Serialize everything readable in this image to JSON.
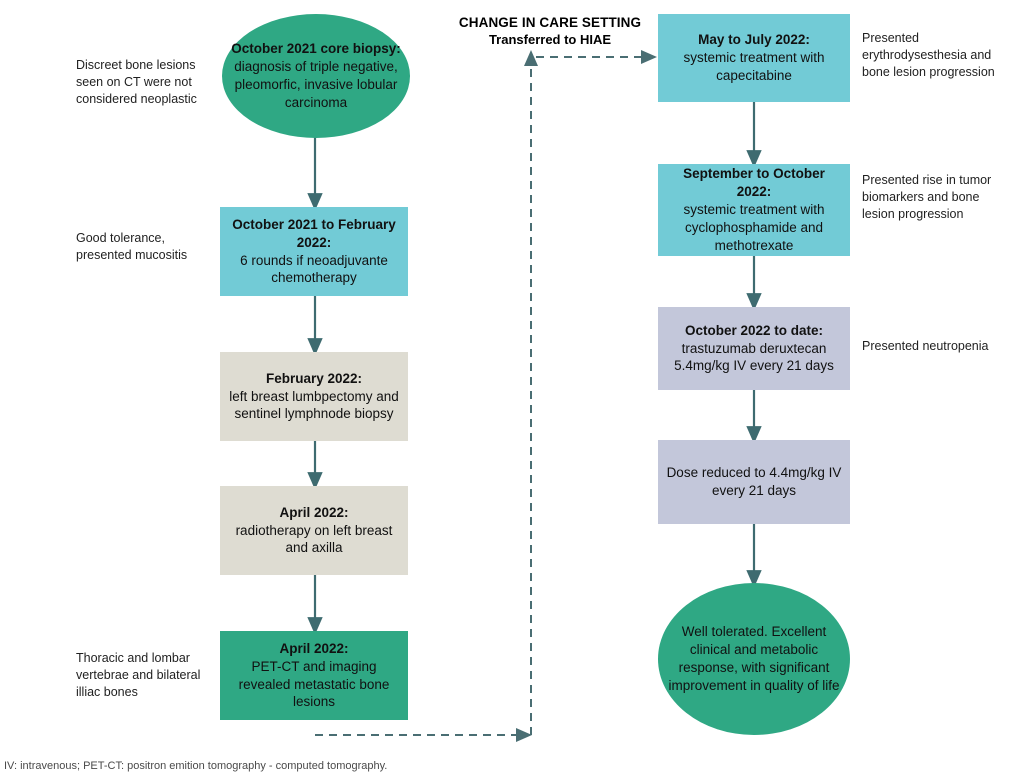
{
  "figure": {
    "footnote": "IV: intravenous; PET-CT: positron emition tomography - computed tomography.",
    "colors": {
      "green": "#2FA884",
      "teal": "#72CBD6",
      "beige": "#DEDCD2",
      "purple": "#C3C7DA",
      "arrow": "#3E6B70",
      "dashed": "#4A6E73",
      "background": "#FFFFFF"
    }
  },
  "transfer": {
    "line1": "CHANGE IN CARE SETTING",
    "line2": "Transferred to HIAE"
  },
  "left_column": {
    "nodes": [
      {
        "id": "core-biopsy",
        "shape": "ellipse",
        "color": "green",
        "heading": "October 2021 core biopsy:",
        "body": "diagnosis of triple negative, pleomorfic, invasive lobular carcinoma"
      },
      {
        "id": "neoadjuvant-chemo",
        "shape": "rect",
        "color": "teal",
        "heading": "October 2021 to February 2022:",
        "body": "6 rounds if neoadjuvante chemotherapy"
      },
      {
        "id": "lumpectomy",
        "shape": "rect",
        "color": "beige",
        "heading": "February 2022:",
        "body": "left breast lumbpectomy and sentinel lymphnode biopsy"
      },
      {
        "id": "radiotherapy",
        "shape": "rect",
        "color": "beige",
        "heading": "April 2022:",
        "body": "radiotherapy on left breast and axilla"
      },
      {
        "id": "pet-ct",
        "shape": "rect",
        "color": "green",
        "heading": "April 2022:",
        "body": "PET-CT and imaging revealed metastatic bone lesions"
      }
    ],
    "notes": [
      {
        "id": "note-ct-lesions",
        "text": "Discreet bone lesions seen on CT were not considered neoplastic"
      },
      {
        "id": "note-tolerance",
        "text": "Good tolerance, presented mucositis"
      },
      {
        "id": "note-bones",
        "text": "Thoracic and lombar vertebrae and bilateral illiac bones"
      }
    ]
  },
  "right_column": {
    "nodes": [
      {
        "id": "capecitabine",
        "shape": "rect",
        "color": "teal",
        "heading": "May to July 2022:",
        "body": "systemic treatment with capecitabine"
      },
      {
        "id": "cyclophosphamide-methotrexate",
        "shape": "rect",
        "color": "teal",
        "heading": "September to October 2022:",
        "body": "systemic treatment with cyclophosphamide and methotrexate"
      },
      {
        "id": "trastuzumab-deruxtecan",
        "shape": "rect",
        "color": "purple",
        "heading": "October 2022 to date:",
        "body": "trastuzumab deruxtecan 5.4mg/kg IV every 21 days"
      },
      {
        "id": "dose-reduced",
        "shape": "rect",
        "color": "purple",
        "heading": "",
        "body": "Dose reduced to 4.4mg/kg IV every 21 days"
      },
      {
        "id": "outcome",
        "shape": "ellipse",
        "color": "green",
        "heading": "",
        "body": "Well tolerated. Excellent clinical and metabolic response, with significant improvement in quality of life"
      }
    ],
    "notes": [
      {
        "id": "note-erythrodysesthesia",
        "text": "Presented erythrodysesthesia and bone lesion progression"
      },
      {
        "id": "note-biomarkers",
        "text": "Presented rise in tumor biomarkers and bone lesion progression"
      },
      {
        "id": "note-neutropenia",
        "text": "Presented neutropenia"
      }
    ]
  }
}
